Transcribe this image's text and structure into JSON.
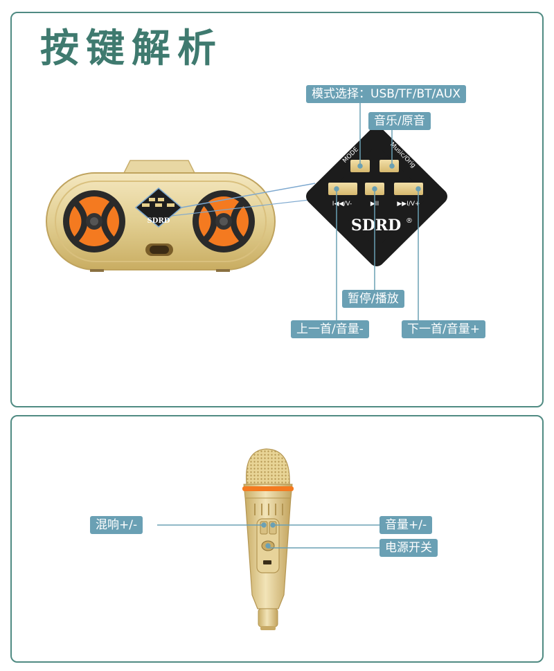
{
  "title": "按键解析",
  "speaker": {
    "brand": "SDRD",
    "labels": {
      "mode": "模式选择：USB/TF/BT/AUX",
      "music": "音乐/原音",
      "pause": "暂停/播放",
      "prev": "上一首/音量-",
      "next": "下一首/音量+"
    },
    "panel_marks": {
      "mode": "MODE",
      "music": "Music/Orig",
      "prev": "I◀◀/V-",
      "play": "▶II",
      "next": "▶▶I/V+",
      "brand": "SDRD",
      "reg": "®"
    }
  },
  "mic": {
    "labels": {
      "reverb": "混响+/-",
      "volume": "音量+/-",
      "power": "电源开关"
    }
  },
  "colors": {
    "frame": "#4f8a82",
    "title": "#3f7a6f",
    "label_bg": "#6aa0b4",
    "gold": "#e0cc8e",
    "orange": "#f47a20",
    "panel_black": "#1c1c1c"
  }
}
